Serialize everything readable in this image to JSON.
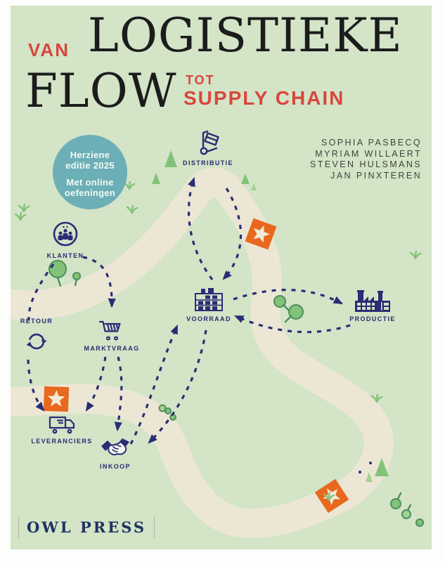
{
  "title": {
    "van": "VAN",
    "logistieke": "LOGISTIEKE",
    "flow": "FLOW",
    "tot": "TOT",
    "supply_chain": "SUPPLY CHAIN"
  },
  "badge": {
    "lines": [
      "Herziene",
      "editie 2025",
      "Met online",
      "oefeningen"
    ]
  },
  "authors": [
    "SOPHIA PASBECQ",
    "MYRIAM WILLAERT",
    "STEVEN HULSMANS",
    "JAN PINXTEREN"
  ],
  "publisher": {
    "name": "OWL PRESS"
  },
  "stations": [
    {
      "id": "distributie",
      "label": "DISTRIBUTIE",
      "icon": "hand-truck-icon"
    },
    {
      "id": "klanten",
      "label": "KLANTEN",
      "icon": "customers-icon"
    },
    {
      "id": "retour",
      "label": "RETOUR",
      "icon": "return-cycle-icon"
    },
    {
      "id": "marktvraag",
      "label": "MARKTVRAAG",
      "icon": "shopping-cart-icon"
    },
    {
      "id": "voorraad",
      "label": "VOORRAAD",
      "icon": "warehouse-icon"
    },
    {
      "id": "productie",
      "label": "PRODUCTIE",
      "icon": "factory-icon"
    },
    {
      "id": "leveranciers",
      "label": "LEVERANCIERS",
      "icon": "delivery-truck-icon"
    },
    {
      "id": "inkoop",
      "label": "INKOOP",
      "icon": "handshake-icon"
    }
  ],
  "colors": {
    "cover_background": "#d3e4c7",
    "path_tile_blue": "#afd6d4",
    "path_tile_red": "#d4304a",
    "path_edge_cream": "#ece7d4",
    "star_tile_orange": "#e8681d",
    "star_fill": "#f2ecd7",
    "accent_red": "#d8473c",
    "badge_teal": "#6cafb7",
    "navy": "#2a2d75",
    "tree_green": "#83c379"
  }
}
